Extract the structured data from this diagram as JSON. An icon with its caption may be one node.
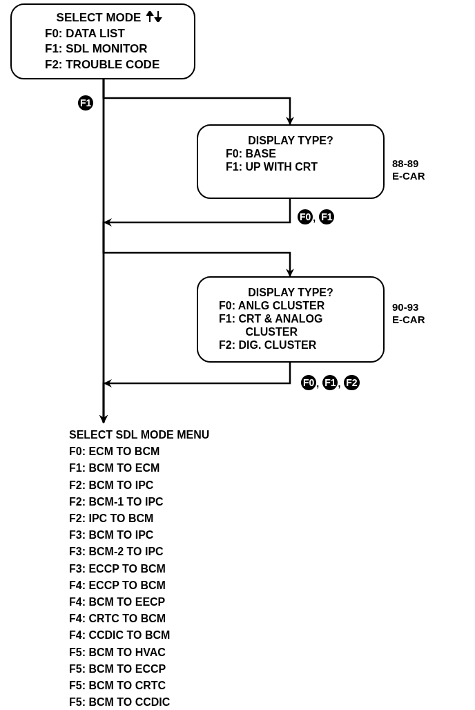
{
  "diagram": {
    "nodes": [
      {
        "text": [
          "SELECT MODE",
          "F0: DATA LIST",
          "F1: SDL MONITOR",
          "F2: TROUBLE CODE"
        ]
      },
      {
        "text": [
          "DISPLAY TYPE?",
          "F0: BASE",
          "F1: UP WITH CRT"
        ],
        "beside": [
          "88-89 E-CAR"
        ]
      },
      {
        "text": [
          "DISPLAY TYPE?",
          "F0: ANLG CLUSTER",
          "F1: CRT & ANALOG CLUSTER",
          "F2: DIG. CLUSTER"
        ],
        "beside": [
          "90-93 E-CAR"
        ]
      },
      {
        "text": [
          "SELECT SDL MODE MENU",
          "F0: ECM TO BCM",
          "F1: BCM TO ECM",
          "F2: BCM TO IPC",
          "F2: BCM-1 TO IPC",
          "F2: IPC TO BCM",
          "F3: BCM TO IPC",
          "F3: BCM-2 TO IPC",
          "F3: ECCP TO BCM",
          "F4: ECCP TO BCM",
          "F4: BCM TO EECP",
          "F4: CRTC TO BCM",
          "F4: CCDIC TO BCM",
          "F5: BCM TO HVAC",
          "F5: BCM TO ECCP",
          "F5: BCM TO CRTC",
          "F5: BCM TO CCDIC"
        ]
      }
    ],
    "edges": [
      {
        "from": 0,
        "to": 1,
        "arrow": "to",
        "label": "F1"
      },
      {
        "from": 1,
        "to": 3,
        "arrow": "to",
        "label": "F0, F1"
      },
      {
        "from": 0,
        "to": 2,
        "arrow": "to"
      },
      {
        "from": 2,
        "to": 3,
        "arrow": "to",
        "label": "F0, F1, F2"
      },
      {
        "from": 0,
        "to": 3,
        "arrow": "to"
      }
    ]
  }
}
